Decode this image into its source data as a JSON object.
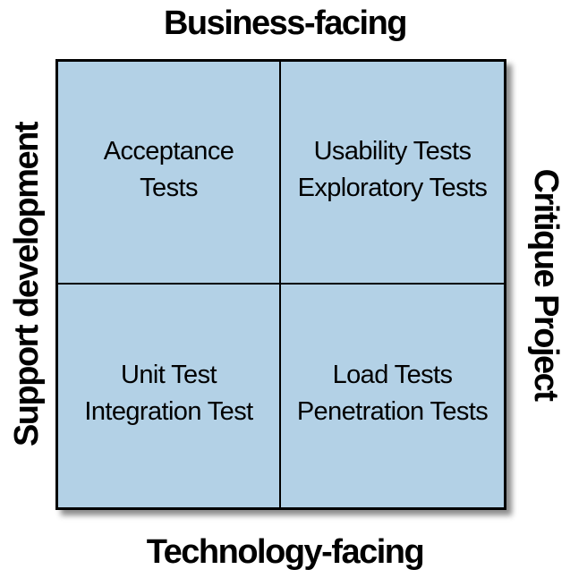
{
  "axes": {
    "top": "Business-facing",
    "bottom": "Technology-facing",
    "left": "Support development",
    "right": "Critique Project"
  },
  "quadrants": {
    "top_left": [
      "Acceptance",
      "Tests"
    ],
    "top_right": [
      "Usability Tests",
      "Exploratory Tests"
    ],
    "bottom_left": [
      "Unit Test",
      "Integration Test"
    ],
    "bottom_right": [
      "Load Tests",
      "Penetration Tests"
    ]
  },
  "colors": {
    "quadrant_fill": "#b3d1e6",
    "border": "#000000",
    "text": "#000000"
  }
}
